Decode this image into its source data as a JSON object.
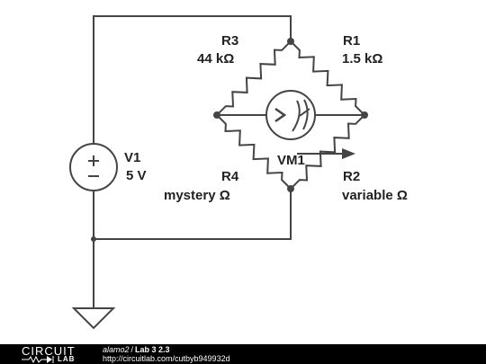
{
  "schematic": {
    "components": {
      "r3": {
        "name": "R3",
        "value": "44 kΩ"
      },
      "r1": {
        "name": "R1",
        "value": "1.5 kΩ"
      },
      "r4": {
        "name": "R4",
        "value": "mystery Ω"
      },
      "r2": {
        "name": "R2",
        "value": "variable Ω"
      },
      "v1": {
        "name": "V1",
        "value": "5 V"
      },
      "vm1": {
        "name": "VM1"
      }
    },
    "colors": {
      "wire": "#444444",
      "label": "#222222"
    }
  },
  "footer": {
    "brand_top": "CIRCUIT",
    "brand_bottom": "LAB",
    "user": "alamo2",
    "separator": "/",
    "title": "Lab 3 2.3",
    "url": "http://circuitlab.com/cutbyb949932d"
  }
}
